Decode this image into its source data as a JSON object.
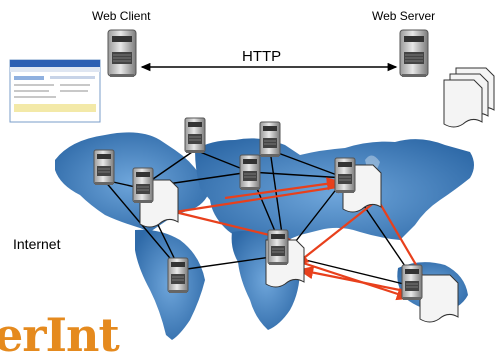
{
  "labels": {
    "web_client": "Web Client",
    "web_server": "Web Server",
    "http": "HTTP",
    "internet": "Internet",
    "brand_fragment": "erInt"
  },
  "icons": [
    "computer-icon",
    "document-icon",
    "browser-window-icon",
    "world-map"
  ],
  "colors": {
    "link_line": "#000000",
    "request_arrow": "#e8401c",
    "map_blue": "#4d87c4",
    "brand_orange": "#e58a1e"
  }
}
